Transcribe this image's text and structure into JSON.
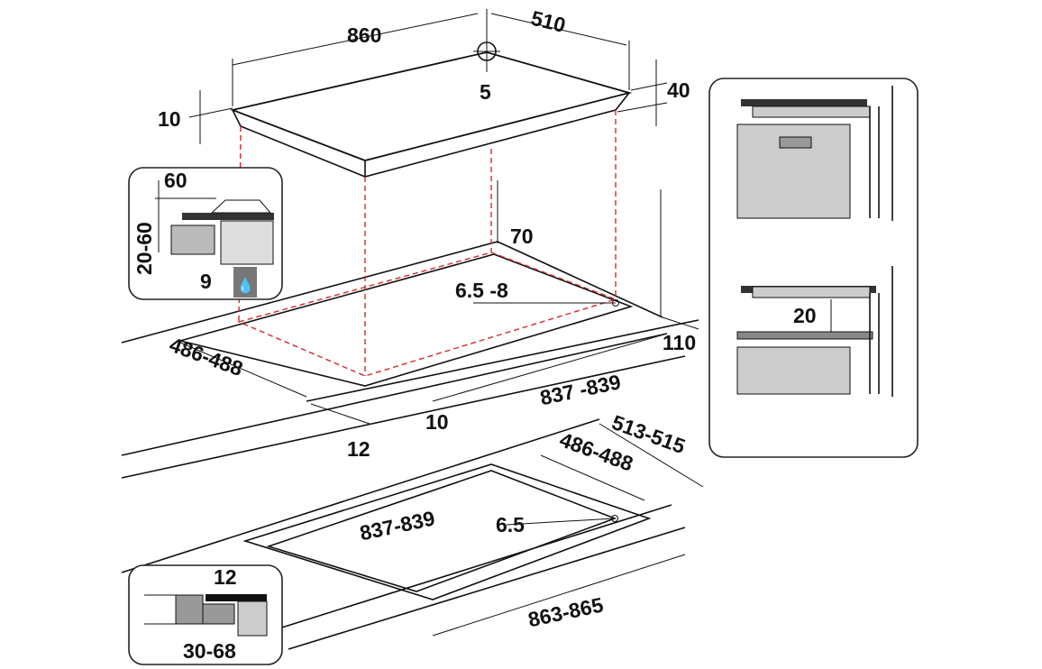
{
  "dimensions": {
    "hob_width": "860",
    "hob_depth": "510",
    "gas_inlet": "5",
    "glass_thickness": "10",
    "hob_height": "40",
    "top_clearance": "60",
    "cabinet_gap": "20-60",
    "bottom_gap": "9",
    "back_distance": "70",
    "corner_radius": "6.5 -8",
    "side_distance": "110",
    "cutout_depth": "486-488",
    "cutout_width": "837 -839",
    "front_distance": "10",
    "worktop_min": "12"
  },
  "flush_mount": {
    "outer_depth": "513-515",
    "inner_depth": "486-488",
    "inner_width": "837-839",
    "corner_radius": "6.5",
    "outer_width": "863-865",
    "rebate_depth": "12",
    "worktop_thickness": "30-68"
  },
  "side_panel": {
    "gap": "20"
  },
  "colors": {
    "dashed": "#d42a2a",
    "grey": "#c8c8c8",
    "dark": "#333333"
  }
}
